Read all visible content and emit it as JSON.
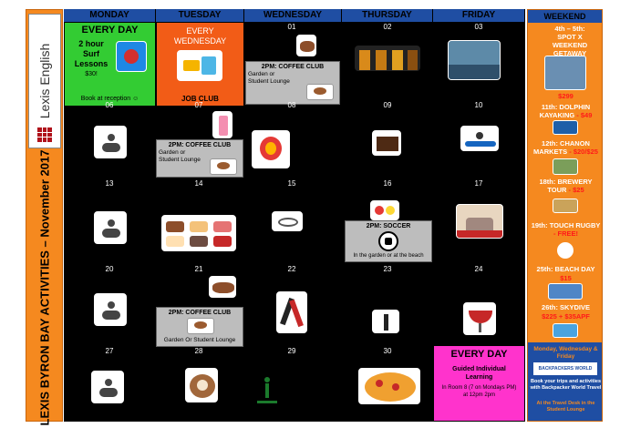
{
  "sidebar": {
    "brand": "Lexis English",
    "title": "LEXIS BYRON BAY ACTIVITIES – November 2017"
  },
  "days": [
    "MONDAY",
    "TUESDAY",
    "WEDNESDAY",
    "THURSDAY",
    "FRIDAY",
    "WEEKEND"
  ],
  "dates": {
    "r1": [
      "01",
      "02",
      "03"
    ],
    "r2": [
      "06",
      "07",
      "08",
      "09",
      "10"
    ],
    "r3": [
      "13",
      "14",
      "15",
      "16",
      "17"
    ],
    "r4": [
      "20",
      "21",
      "22",
      "23",
      "24"
    ],
    "r5": [
      "27",
      "28",
      "29",
      "30"
    ]
  },
  "monday": {
    "title": "EVERY DAY",
    "l1": "2 hour",
    "l2": "Surf",
    "l3": "Lessons",
    "price": "$30!",
    "note": "Book at reception ☺"
  },
  "tuesday": {
    "title": "EVERY WEDNESDAY",
    "sub": "JOB CLUB"
  },
  "coffee_wed": {
    "title": "2PM: COFFEE CLUB",
    "l1": "Garden or",
    "l2": "Student Lounge"
  },
  "coffee_07": {
    "title": "2PM: COFFEE CLUB",
    "l1": "Garden or",
    "l2": "Student Lounge"
  },
  "soccer": {
    "title": "2PM: SOCCER",
    "note": "In the garden or at the beach"
  },
  "coffee_21": {
    "title": "2PM: COFFEE CLUB",
    "note": "Garden Or Student Lounge"
  },
  "everyday2": {
    "title": "EVERY DAY",
    "l1": "Guided Individual",
    "l2": "Learning",
    "l3": "In Room 8 (7 on Mondays PM)",
    "l4": "at 12pm 2pm"
  },
  "weekend": {
    "w1": {
      "text": "4th – 5th: SPOT X WEEKEND GETAWAY",
      "price": "$299"
    },
    "w2": {
      "text": "11th: DOLPHIN KAYAKING",
      "price": "- $49"
    },
    "w3": {
      "text": "12th: CHANON MARKETS",
      "price": "- $20/$25"
    },
    "w4": {
      "text": "18th: BREWERY TOUR",
      "price": "- $25"
    },
    "w5": {
      "text": "19th: TOUCH RUGBY",
      "price": "- FREE!"
    },
    "w6": {
      "text": "25th: BEACH DAY",
      "price": "$15"
    },
    "w7": {
      "text": "26th: SKYDIVE",
      "price": "$225 + $35APF"
    },
    "foot": {
      "t1": "Monday, Wednesday & Friday",
      "logo": "BACKPACKERS WORLD TRAVEL",
      "t2": "Book your trips and activities with Backpacker World Travel",
      "t3": "At the Travel Desk in the Student Lounge"
    }
  }
}
